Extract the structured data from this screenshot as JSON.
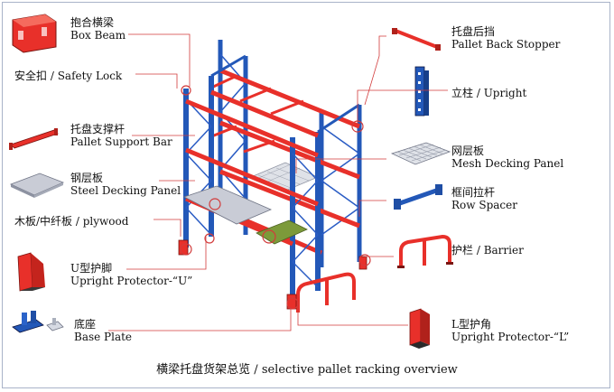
{
  "components": {
    "box_beam": {
      "zh": "抱合横梁",
      "en": "Box Beam"
    },
    "safety_lock": {
      "zh": "安全扣",
      "en": "Safety Lock"
    },
    "pallet_support_bar": {
      "zh": "托盘支撑杆",
      "en": "Pallet Support Bar"
    },
    "steel_decking_panel": {
      "zh": "钢层板",
      "en": "Steel Decking Panel"
    },
    "plywood": {
      "zh": "木板/中纤板",
      "en": "plywood"
    },
    "upright_protector_u": {
      "zh": "U型护脚",
      "en": "Upright Protector-“U”"
    },
    "base_plate": {
      "zh": "底座",
      "en": "Base Plate"
    },
    "pallet_back_stopper": {
      "zh": "托盘后挡",
      "en": "Pallet Back Stopper"
    },
    "upright": {
      "zh": "立柱",
      "en": "Upright"
    },
    "mesh_decking_panel": {
      "zh": "网层板",
      "en": "Mesh Decking Panel"
    },
    "row_spacer": {
      "zh": "框间拉杆",
      "en": "Row Spacer"
    },
    "barrier": {
      "zh": "护栏",
      "en": "Barrier"
    },
    "upright_protector_l": {
      "zh": "L型护角",
      "en": "Upright Protector-“L”"
    }
  },
  "separator": " / ",
  "caption": "横梁托盘货架总览 / selective pallet racking overview",
  "colors": {
    "beam": "#e8302a",
    "upright": "#2358b8",
    "brace": "#2a5cc4",
    "leader": "#d23b3b",
    "deck": "#c9ccd6",
    "mesh": "#b3b8c4",
    "plywood": "#7c9a3a",
    "outline": "#0b1440"
  }
}
